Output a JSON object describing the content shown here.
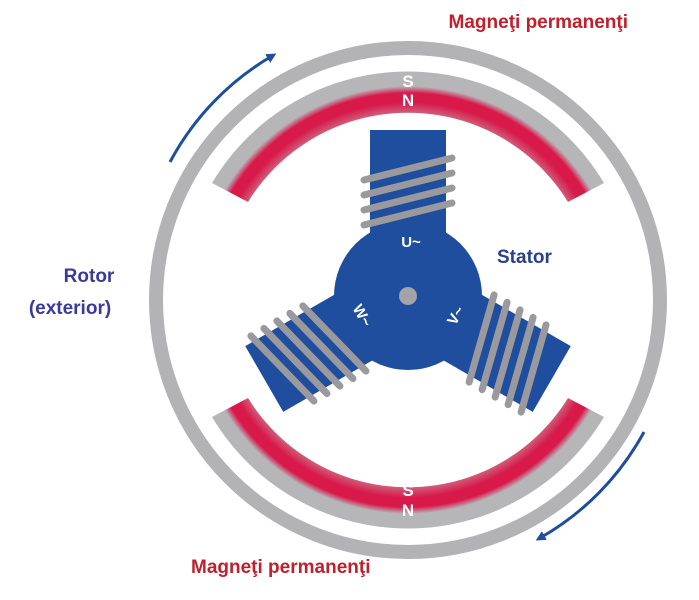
{
  "labels": {
    "magnets_top": "Magneţi permanenţi",
    "magnets_bottom": "Magneţi permanenţi",
    "rotor_line1": "Rotor",
    "rotor_line2": "(exterior)",
    "stator": "Stator",
    "pole_top_s": "S",
    "pole_top_n": "N",
    "pole_bottom_s": "S",
    "pole_bottom_n": "N",
    "phase_u": "U~",
    "phase_v": "V~",
    "phase_w": "W~"
  },
  "colors": {
    "ring_gray": "#b3b3b6",
    "magnet_red": "#d8194a",
    "stator_blue": "#1f4e9e",
    "coil_gray": "#9a9a9e",
    "label_red": "#c0202b",
    "label_blue": "#3a3a9a",
    "arrow_blue": "#1f4e9e"
  }
}
